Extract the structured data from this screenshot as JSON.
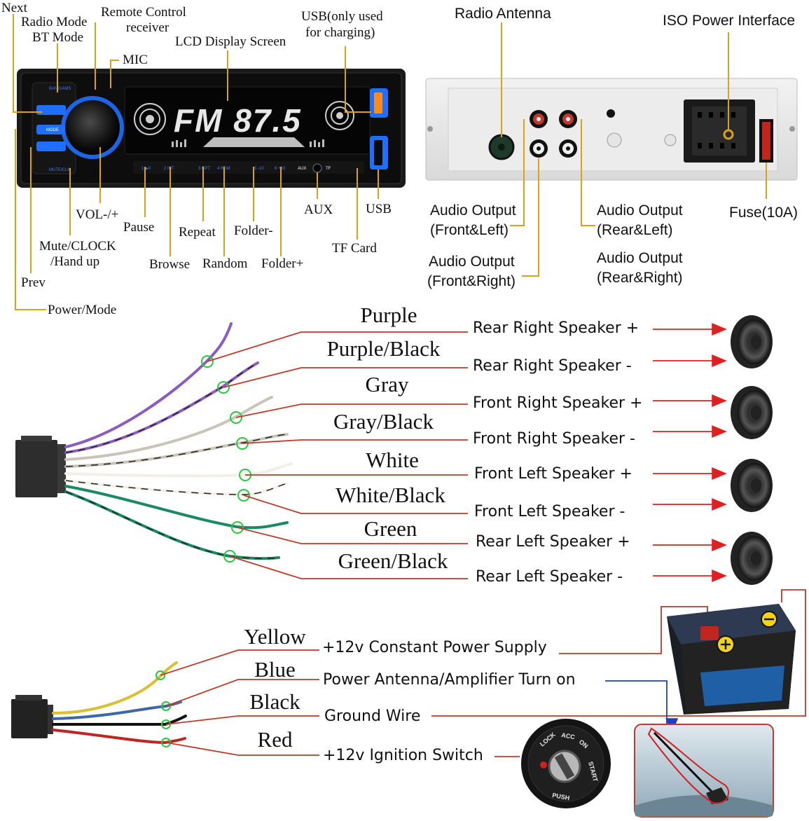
{
  "front_panel": {
    "callouts": {
      "next": "Next",
      "radio_mode": "Radio Mode",
      "bt_mode": "BT Mode",
      "remote_control": "Remote Control",
      "receiver": "receiver",
      "mic": "MIC",
      "lcd": "LCD Display Screen",
      "usb_charging_1": "USB(only used",
      "usb_charging_2": "for charging)",
      "vol": "VOL-/+",
      "pause": "Pause",
      "repeat": "Repeat",
      "folder_minus": "Folder-",
      "aux": "AUX",
      "usb": "USB",
      "mute_clock": "Mute/CLOCK",
      "hand_up": "/Hand up",
      "browse": "Browse",
      "random": "Random",
      "folder_plus": "Folder+",
      "tf_card": "TF Card",
      "prev": "Prev",
      "power_mode": "Power/Mode"
    },
    "display_text": "FM 87.5",
    "button_labels": [
      "BAND/AMS",
      "MODE",
      "MUTE/CLK",
      "1 ▶II",
      "2 INT",
      "3 RPT",
      "4 RDM",
      "5 -10",
      "6 +10",
      "AUX",
      "TF"
    ],
    "accent_color": "#1f6fff"
  },
  "rear_panel": {
    "callouts": {
      "radio_antenna": "Radio Antenna",
      "iso_power": "ISO Power Interface",
      "audio_front_left_1": "Audio Output",
      "audio_front_left_2": "(Front&Left)",
      "audio_rear_left_1": "Audio Output",
      "audio_rear_left_2": "(Rear&Left)",
      "fuse": "Fuse(10A)",
      "audio_front_right_1": "Audio Output",
      "audio_front_right_2": "(Front&Right)",
      "audio_rear_right_1": "Audio Output",
      "audio_rear_right_2": "(Rear&Right)"
    }
  },
  "speaker_wires": [
    {
      "color_name": "Purple",
      "function": "Rear Right Speaker +",
      "wire_hex": "#8a5cc0"
    },
    {
      "color_name": "Purple/Black",
      "function": "Rear Right Speaker -",
      "wire_hex": "#8a5cc0"
    },
    {
      "color_name": "Gray",
      "function": "Front Right Speaker +",
      "wire_hex": "#c8c4b8"
    },
    {
      "color_name": "Gray/Black",
      "function": "Front Right Speaker -",
      "wire_hex": "#c8c4b8"
    },
    {
      "color_name": "White",
      "function": "Front Left Speaker +",
      "wire_hex": "#f1efe6"
    },
    {
      "color_name": "White/Black",
      "function": "Front Left Speaker -",
      "wire_hex": "#f1efe6"
    },
    {
      "color_name": "Green",
      "function": "Rear Left Speaker +",
      "wire_hex": "#1a8a63"
    },
    {
      "color_name": "Green/Black",
      "function": "Rear Left Speaker -",
      "wire_hex": "#1a8a63"
    }
  ],
  "power_wires": [
    {
      "color_name": "Yellow",
      "function": "+12v Constant Power Supply",
      "wire_hex": "#d8c030"
    },
    {
      "color_name": "Blue",
      "function": "Power Antenna/Amplifier Turn on",
      "wire_hex": "#3c68a8"
    },
    {
      "color_name": "Black",
      "function": "Ground Wire",
      "wire_hex": "#111111"
    },
    {
      "color_name": "Red",
      "function": "+12v Ignition Switch",
      "wire_hex": "#c02424"
    }
  ],
  "ignition_labels": [
    "LOCK",
    "ACC",
    "ON",
    "START",
    "PUSH"
  ],
  "colors": {
    "leader_line": "#d9a21b",
    "wire_line": "#c0392b",
    "marker": "#27c93f",
    "arrow": "#e02020",
    "antenna_arrow": "#1f3fbf"
  }
}
